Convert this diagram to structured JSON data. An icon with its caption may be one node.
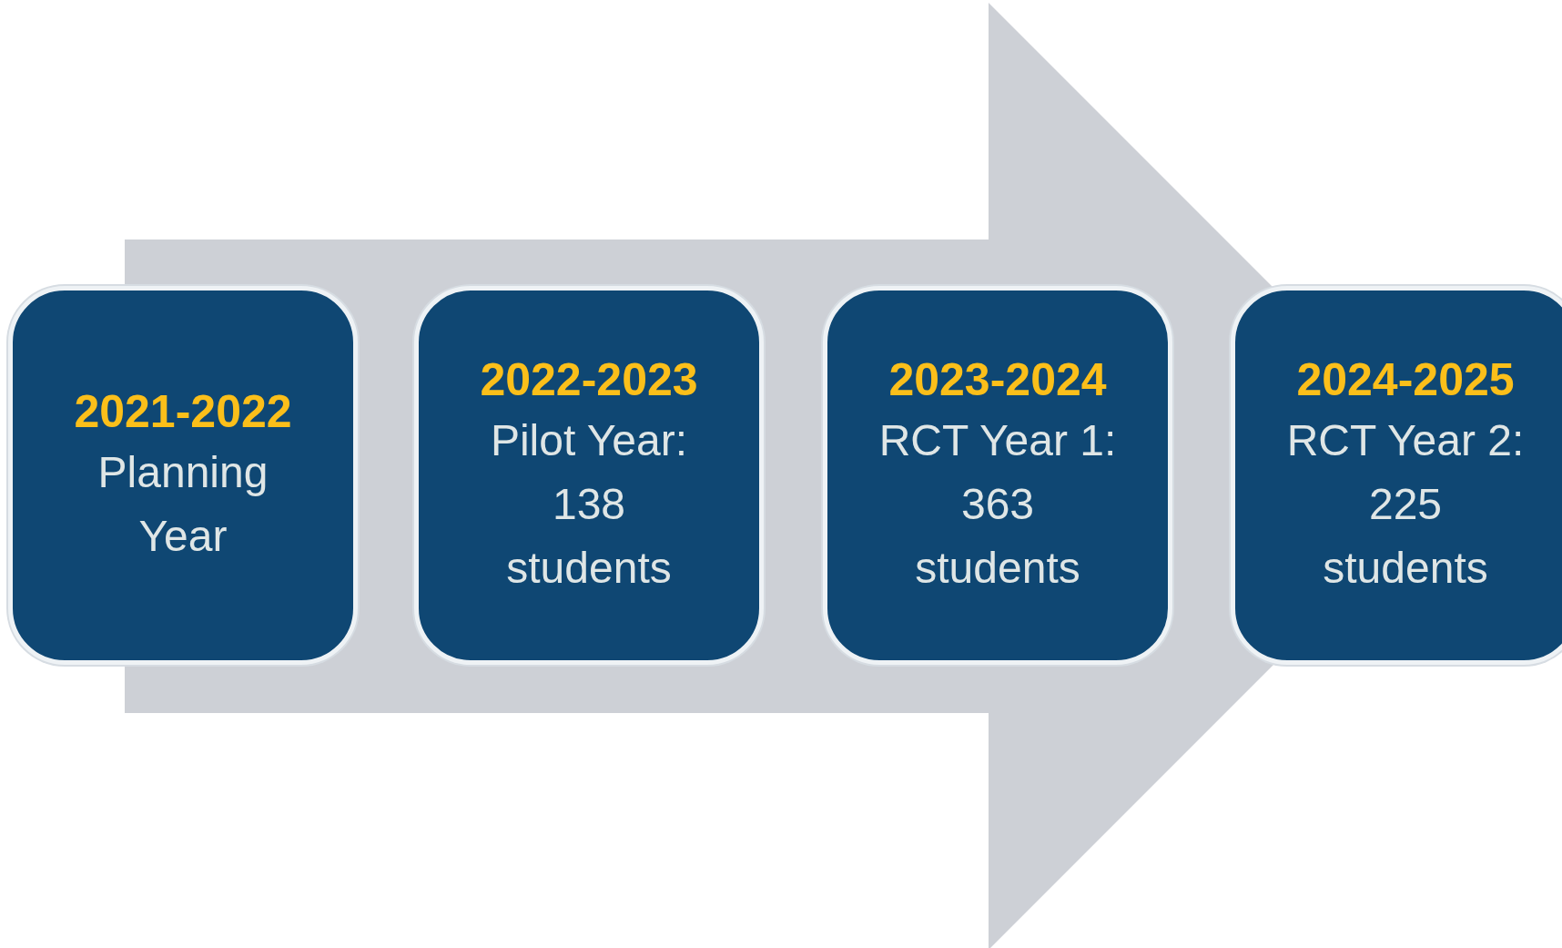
{
  "diagram": {
    "nodes": [
      {
        "text": [
          "2021-2022",
          "Planning Year"
        ]
      },
      {
        "text": [
          "2022-2023",
          "Pilot Year: 138 students"
        ]
      },
      {
        "text": [
          "2023-2024",
          "RCT Year 1: 363 students"
        ]
      },
      {
        "text": [
          "2024-2025",
          "RCT Year 2: 225 students"
        ]
      }
    ],
    "edges": [
      {
        "from": 0,
        "to": 3,
        "arrow": "to"
      }
    ]
  }
}
